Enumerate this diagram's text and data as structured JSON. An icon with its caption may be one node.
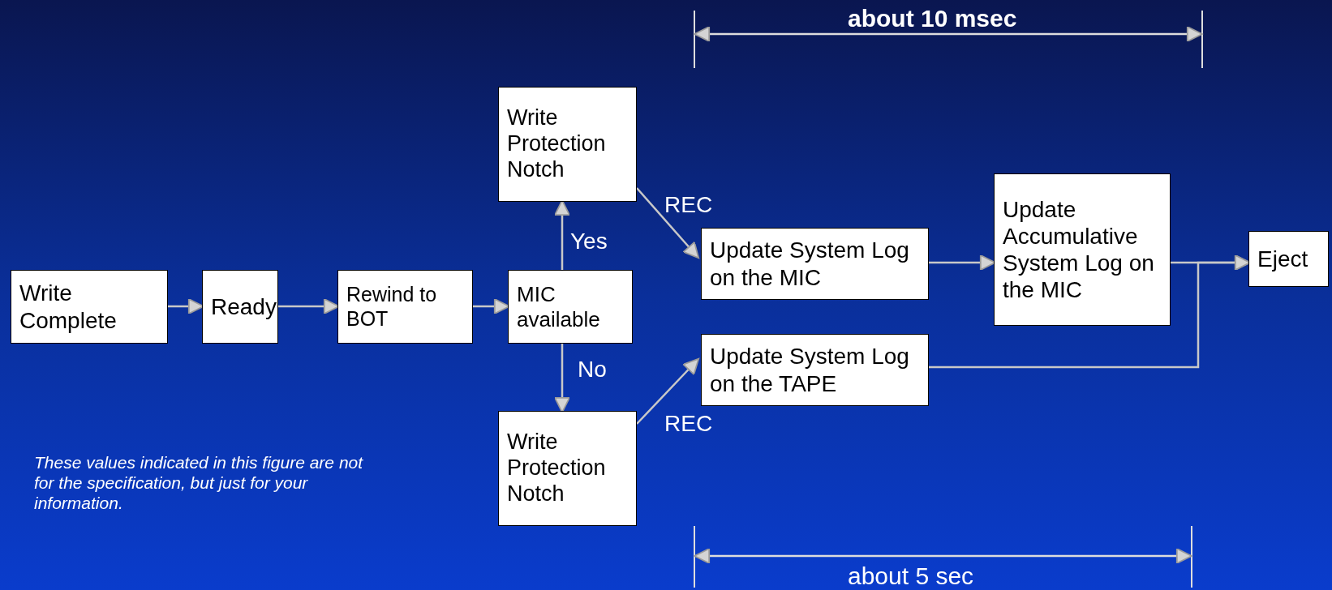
{
  "diagram": {
    "nodes": [
      {
        "text": [
          "Write Complete"
        ]
      },
      {
        "text": [
          "Ready"
        ]
      },
      {
        "text": [
          "Rewind to BOT"
        ]
      },
      {
        "text": [
          "MIC available"
        ]
      },
      {
        "text": [
          "Write Protection Notch"
        ]
      },
      {
        "text": [
          "Write Protection Notch"
        ]
      },
      {
        "text": [
          "Update System Log on the MIC"
        ]
      },
      {
        "text": [
          "Update System Log on the TAPE"
        ]
      },
      {
        "text": [
          "Update Accumulative System Log on the MIC"
        ]
      },
      {
        "text": [
          "Eject"
        ]
      }
    ],
    "edges": [
      {
        "from": 0,
        "to": 1,
        "arrow": "to"
      },
      {
        "from": 1,
        "to": 2,
        "arrow": "to"
      },
      {
        "from": 2,
        "to": 3,
        "arrow": "to"
      },
      {
        "from": 3,
        "to": 4,
        "arrow": "to",
        "label": "Yes"
      },
      {
        "from": 3,
        "to": 5,
        "arrow": "to",
        "label": "No"
      },
      {
        "from": 4,
        "to": 6,
        "arrow": "to",
        "label": "REC"
      },
      {
        "from": 5,
        "to": 7,
        "arrow": "to",
        "label": "REC"
      },
      {
        "from": 6,
        "to": 8,
        "arrow": "to"
      },
      {
        "from": 8,
        "to": 9,
        "arrow": "to"
      },
      {
        "from": 7,
        "to": 9,
        "arrow": "to"
      }
    ],
    "labels": [
      "about 10 msec",
      "about 5 sec",
      "These values indicated in this figure are not for the specification, but just for your information."
    ]
  }
}
